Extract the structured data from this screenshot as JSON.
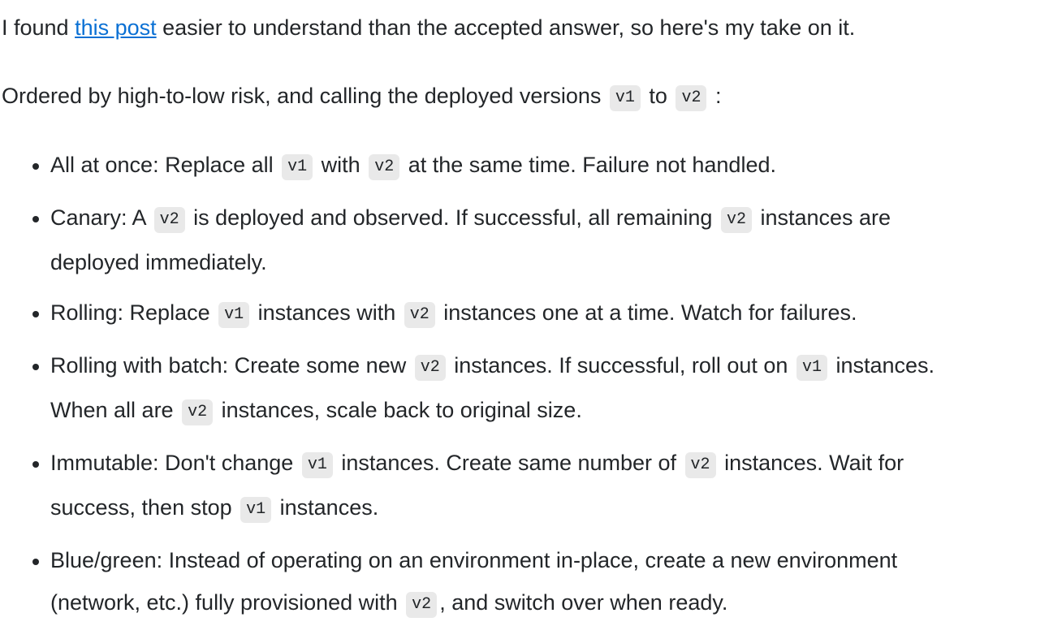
{
  "document": {
    "type": "stack-overflow-answer",
    "colors": {
      "text": "#232629",
      "link": "#0a70d4",
      "code_background": "#e9e9e9",
      "page_background": "#ffffff"
    },
    "intro_paragraph": {
      "before_link": "I found ",
      "link_text": "this post",
      "after_link": " easier to understand than the accepted answer, so here's my take on it."
    },
    "lead_in": {
      "part1": "Ordered by high-to-low risk, and calling the deployed versions ",
      "code1": "v1",
      "part2": " to ",
      "code2": "v2",
      "part3": " :"
    },
    "list": [
      {
        "name": "all-at-once",
        "line1_a": "All at once: Replace all ",
        "code_a": "v1",
        "line1_b": " with ",
        "code_b": "v2",
        "line1_c": " at the same time. Failure not handled."
      },
      {
        "name": "canary",
        "line1_a": "Canary: A ",
        "code_a": "v2",
        "line1_b": " is deployed and observed. If successful, all remaining ",
        "code_b": "v2",
        "line1_c": " instances are",
        "line2": "deployed immediately."
      },
      {
        "name": "rolling",
        "line1_a": "Rolling: Replace ",
        "code_a": "v1",
        "line1_b": " instances with ",
        "code_b": "v2",
        "line1_c": " instances one at a time. Watch for failures."
      },
      {
        "name": "rolling-with-batch",
        "line1_a": "Rolling with batch: Create some new ",
        "code_a": "v2",
        "line1_b": " instances. If successful, roll out on ",
        "code_b": "v1",
        "line1_c": " instances.",
        "line2_a": "When all are ",
        "code_c": "v2",
        "line2_b": " instances, scale back to original size."
      },
      {
        "name": "immutable",
        "line1_a": "Immutable: Don't change ",
        "code_a": "v1",
        "line1_b": " instances. Create same number of ",
        "code_b": "v2",
        "line1_c": " instances. Wait for",
        "line2_a": "success, then stop ",
        "code_c": "v1",
        "line2_b": " instances."
      },
      {
        "name": "blue-green",
        "line1_a": "Blue/green: Instead of operating on an environment in-place, create a new environment",
        "line2_a": "(network, etc.) fully provisioned with ",
        "code_a": "v2",
        "line2_b": ", and switch over when ready."
      }
    ]
  }
}
